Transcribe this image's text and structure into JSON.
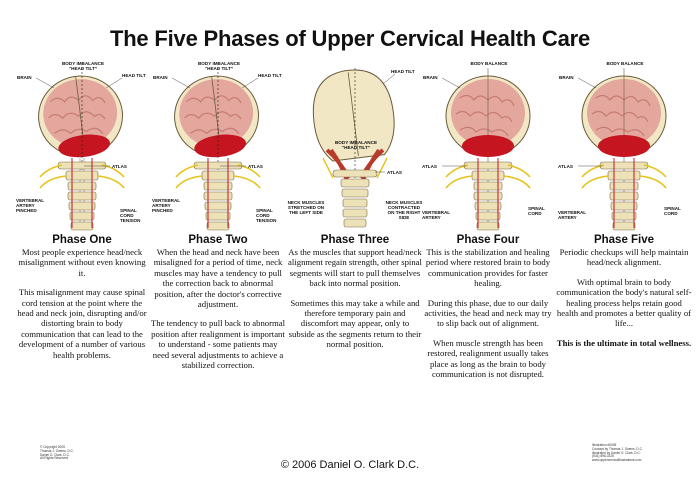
{
  "title": "The Five Phases of Upper Cervical Health Care",
  "copyright": "© 2006 Daniel O. Clark D.C.",
  "fineprint_left": [
    "© Copyright 2005",
    "Thomas J. Owens, D.C.",
    "Daniel O. Clark, D.C.",
    "All Rights Reserved"
  ],
  "fineprint_right": [
    "Illustration #6005",
    "Concept by Thomas J. Owens, D.C.",
    "Illustrated by Daniel O. Clark, D.C.",
    "(541) 896-0228",
    "www.uppercervicalillustrations.com"
  ],
  "colors": {
    "brain": "#e3a79e",
    "brain_dark": "#c77b73",
    "skull": "#f2e7c4",
    "cerebellum": "#c41520",
    "spine": "#ede1b8",
    "nerve": "#e7c21a"
  },
  "phases": [
    {
      "title": "Phase One",
      "paragraphs": [
        "Most people experience head/neck misalignment without even knowing it.",
        "This misalignment may cause spinal cord tension at the point where the head and neck join, disrupting and/or distorting brain to body communication that can lead to the development of a number of various health problems."
      ],
      "labels": {
        "top": "BODY IMBALANCE",
        "top2": "“HEAD TILT”",
        "head_tilt": "HEAD TILT",
        "brain": "BRAIN",
        "atlas": "ATLAS",
        "artery": "VERTEBRAL ARTERY PINCHED",
        "cord": "SPINAL CORD TENSION"
      }
    },
    {
      "title": "Phase Two",
      "paragraphs": [
        "When the head and neck have been misaligned for a period of time, neck muscles may have a tendency to pull the correction back to abnormal position, after the doctor's corrective adjustment.",
        "The tendency to pull back to abnormal  position after realignment is important to understand - some patients may need several adjustments to achieve a stabilized correction."
      ],
      "labels": {
        "top": "BODY IMBALANCE",
        "top2": "“HEAD TILT”",
        "head_tilt": "HEAD TILT",
        "brain": "BRAIN",
        "atlas": "ATLAS",
        "artery": "VERTEBRAL ARTERY PINCHED",
        "cord": "SPINAL CORD TENSION"
      }
    },
    {
      "title": "Phase Three",
      "paragraphs": [
        "As the muscles that support head/neck alignment regain strength, other spinal segments will start to pull themselves back into normal position.",
        "Sometimes this may take a while and therefore temporary pain and discomfort may appear, only to subside as the segments return to their normal position."
      ],
      "labels": {
        "top": "BODY IMBALANCE",
        "top2": "“HEAD TILT”",
        "head_tilt": "HEAD TILT",
        "atlas": "ATLAS",
        "left_muscles": "NECK MUSCLES STRETCHED ON THE LEFT SIDE",
        "right_muscles": "NECK MUSCLES CONTRACTED ON THE RIGHT SIDE"
      }
    },
    {
      "title": "Phase Four",
      "paragraphs": [
        "This is the stabilization and healing period where restored brain to body communication provides for faster healing.",
        "During this phase, due to our daily activities, the head and neck may try to slip back out of alignment.",
        "When muscle strength has been restored, realignment usually takes place as long as the brain to body communication is not disrupted."
      ],
      "labels": {
        "top": "BODY BALANCE",
        "brain": "BRAIN",
        "atlas": "ATLAS",
        "artery": "VERTEBRAL ARTERY",
        "cord": "SPINAL CORD"
      }
    },
    {
      "title": "Phase Five",
      "paragraphs": [
        "Periodic checkups will help maintain head/neck alignment.",
        "With optimal brain to body communication the body's natural self-healing process helps retain good health and promotes a better quality of life..."
      ],
      "closing": "This is the ultimate in total wellness.",
      "labels": {
        "top": "BODY BALANCE",
        "brain": "BRAIN",
        "atlas": "ATLAS",
        "artery": "VERTEBRAL ARTERY",
        "cord": "SPINAL CORD"
      }
    }
  ]
}
